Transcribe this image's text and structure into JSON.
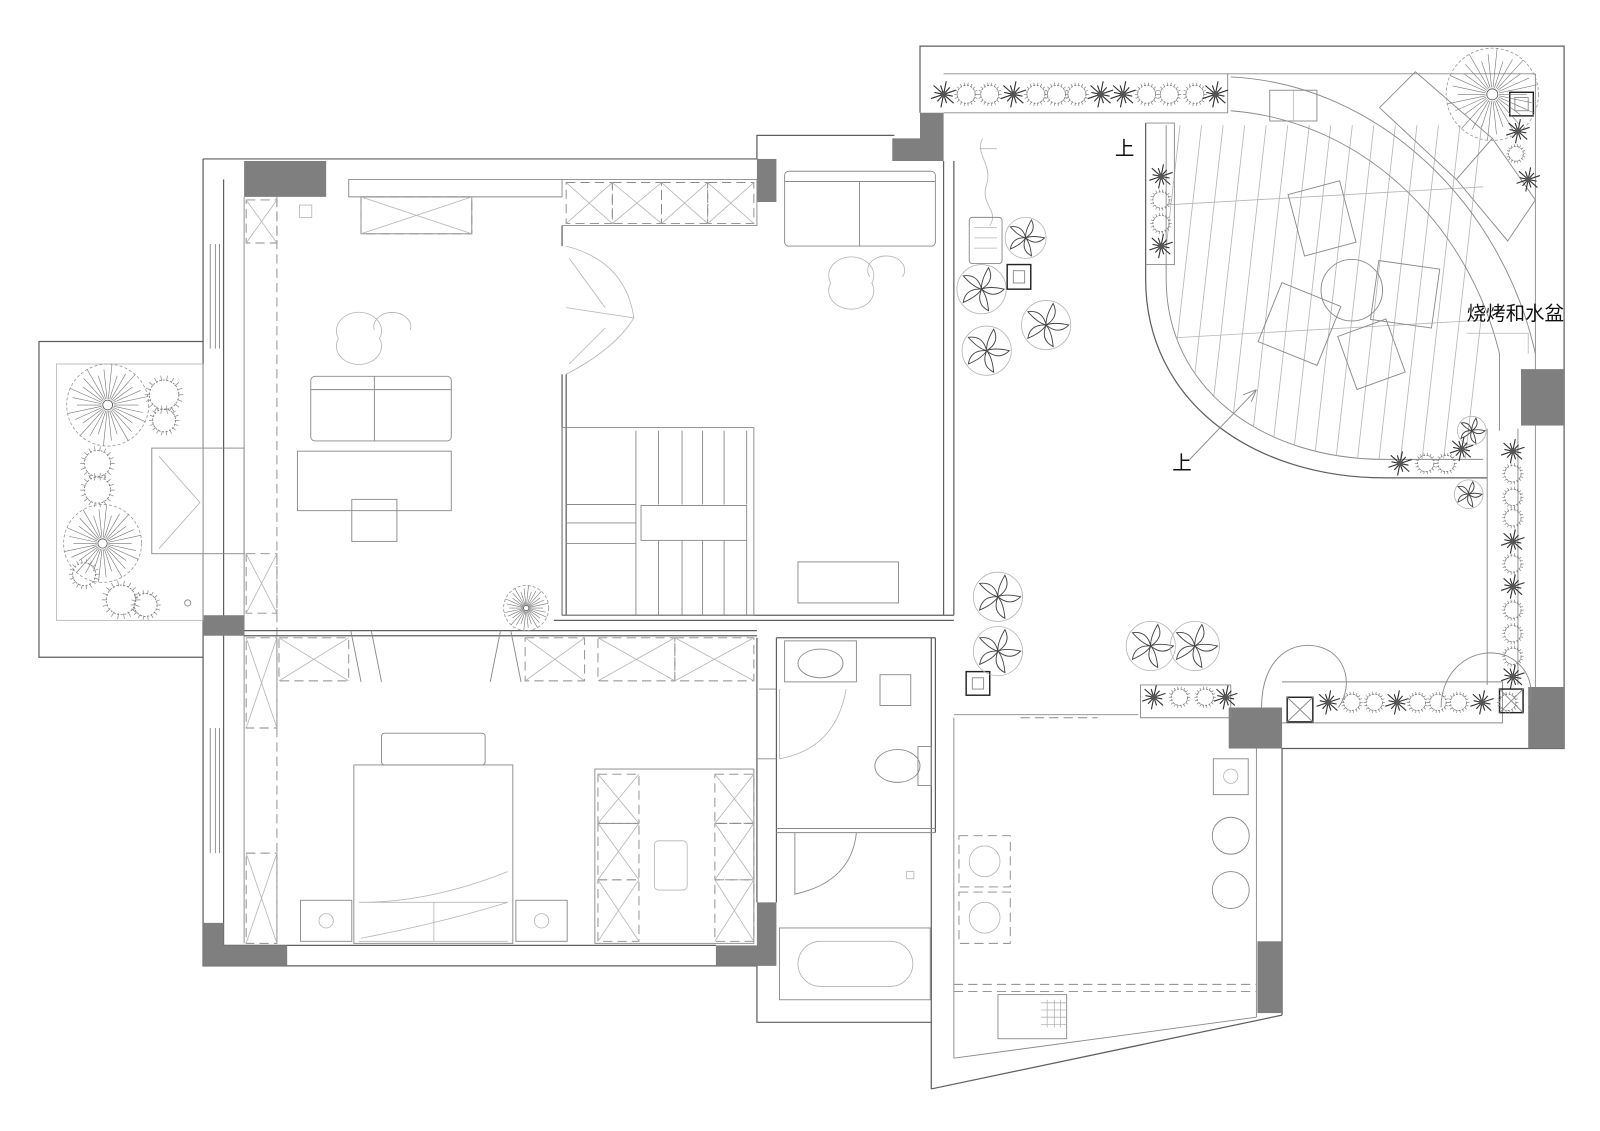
{
  "plan": {
    "labels": {
      "bbq_sink": "烧烤和水盆",
      "stair_up_north": "上",
      "stair_up_deck": "上"
    }
  },
  "colors": {
    "background": "#ffffff",
    "wall_line": "#5e5e5e",
    "detail_line": "#8a8a8a",
    "light_line": "#b5b5b5",
    "pillar_fill": "#7f7f7f",
    "text": "#111111"
  }
}
